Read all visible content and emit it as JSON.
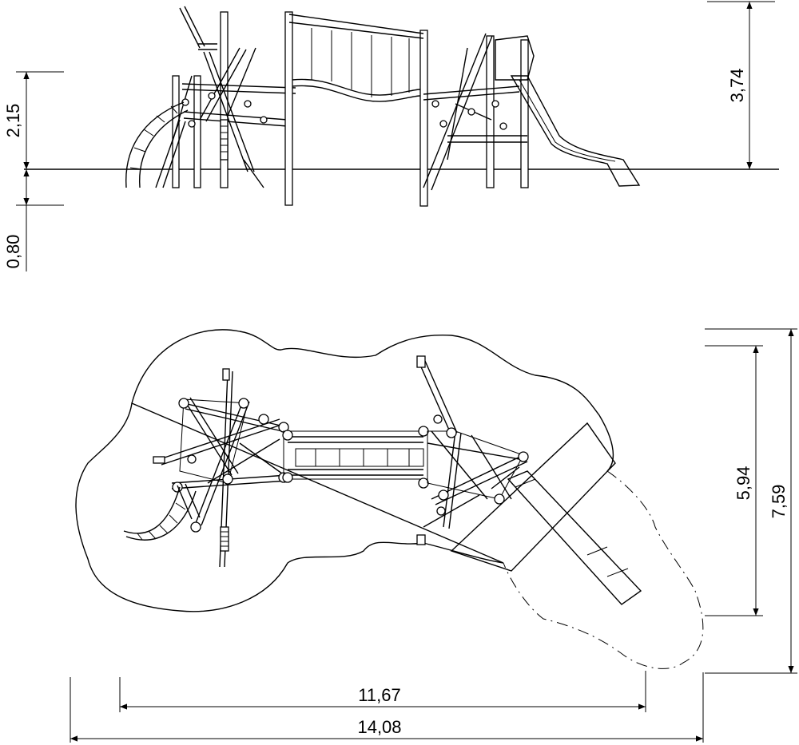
{
  "dimensions": {
    "side_height_above_ground": "2,15",
    "side_depth_below_ground": "0,80",
    "side_total_height": "3,74",
    "plan_inner_length": "11,67",
    "plan_total_length": "14,08",
    "plan_inner_width": "5,94",
    "plan_total_width": "7,59"
  }
}
